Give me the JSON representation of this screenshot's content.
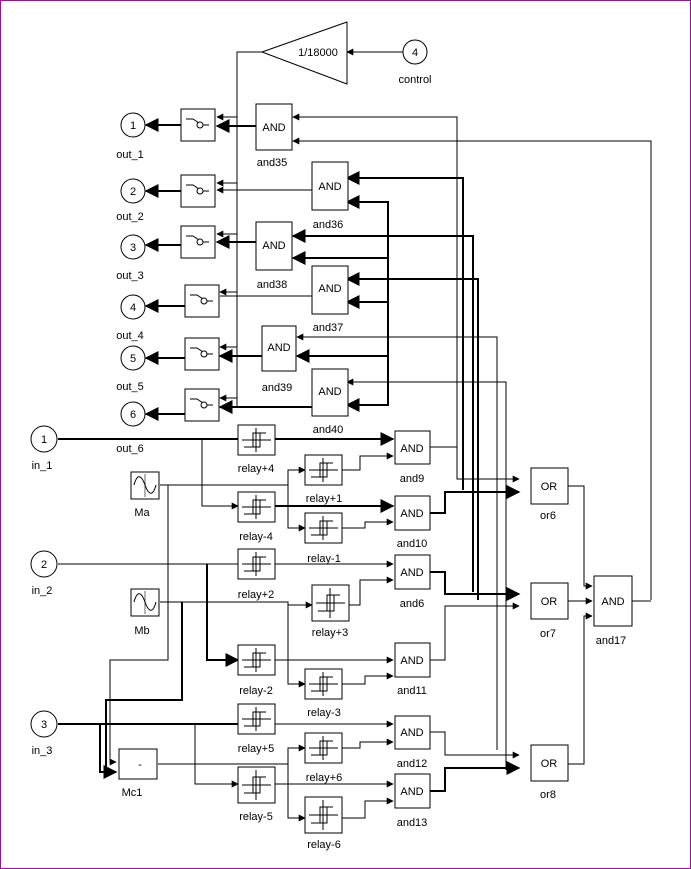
{
  "colors": {
    "line": "#000000",
    "frame": "#b000b0",
    "block_fill": "#ffffff"
  },
  "gain": {
    "value": "1/18000"
  },
  "ports": {
    "outputs": [
      {
        "num": "1",
        "label": "out_1"
      },
      {
        "num": "2",
        "label": "out_2"
      },
      {
        "num": "3",
        "label": "out_3"
      },
      {
        "num": "4",
        "label": "out_4"
      },
      {
        "num": "5",
        "label": "out_5"
      },
      {
        "num": "6",
        "label": "out_6"
      }
    ],
    "inputs": [
      {
        "num": "1",
        "label": "in_1"
      },
      {
        "num": "2",
        "label": "in_2"
      },
      {
        "num": "3",
        "label": "in_3"
      },
      {
        "num": "4",
        "label": "control"
      }
    ]
  },
  "gates": {
    "text_and": "AND",
    "text_or": "OR",
    "upper_and": [
      "and35",
      "and36",
      "and38",
      "and37",
      "and39",
      "and40"
    ],
    "lower_and": [
      "and9",
      "and10",
      "and6",
      "and11",
      "and12",
      "and13"
    ],
    "or": [
      "or6",
      "or7",
      "or8"
    ],
    "final_and": "and17"
  },
  "relays": [
    "relay+4",
    "relay-4",
    "relay+1",
    "relay-1",
    "relay+2",
    "relay-2",
    "relay+3",
    "relay-3",
    "relay+5",
    "relay-5",
    "relay+6",
    "relay-6"
  ],
  "scopes": [
    "Ma",
    "Mb"
  ],
  "subtract": {
    "label": "Mc1",
    "symbol": "-"
  }
}
